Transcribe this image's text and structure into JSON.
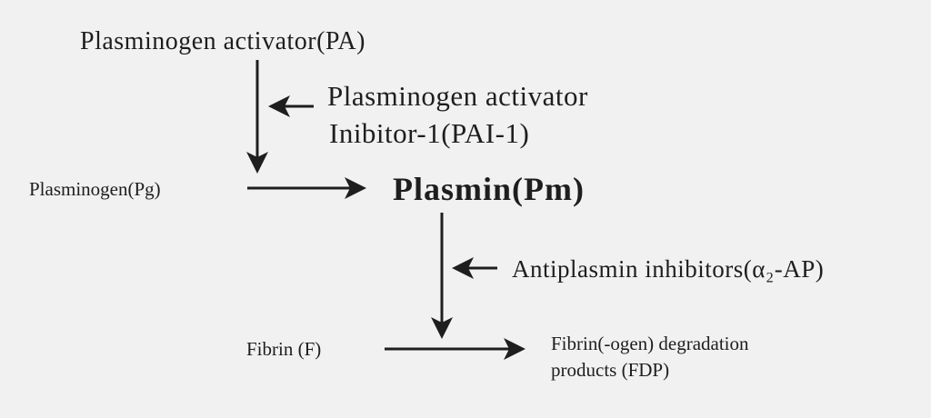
{
  "nodes": {
    "pa": "Plasminogen activator(PA)",
    "pai_line1": "Plasminogen activator",
    "pai_line2": "Inibitor-1(PAI-1)",
    "pg": "Plasminogen(Pg)",
    "pm": "Plasmin(Pm)",
    "ap": "Antiplasmin inhibitors(α₂-AP)",
    "fibrin": "Fibrin (F)",
    "fdp_line1": "Fibrin(-ogen) degradation",
    "fdp_line2": "products (FDP)"
  },
  "colors": {
    "background": "#f1f1f1",
    "ink": "#1e1e1e"
  }
}
